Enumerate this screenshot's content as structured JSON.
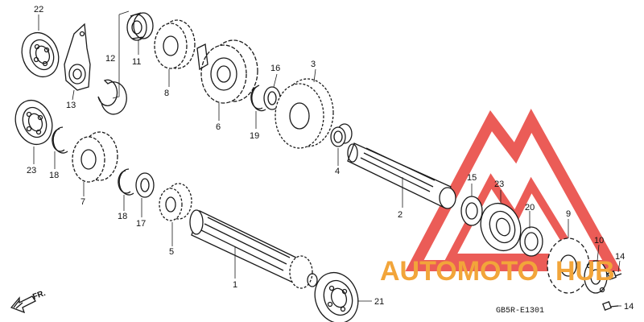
{
  "diagram_code": "GB5R-E1301",
  "direction_label": "FR.",
  "watermark": {
    "text_part1": "AUTOMOTO",
    "text_part2": "HUB",
    "color_red": "#e8403a",
    "color_orange": "#f2a53a"
  },
  "part_labels": {
    "p1": "1",
    "p2": "2",
    "p3": "3",
    "p4": "4",
    "p5": "5",
    "p6": "6",
    "p7": "7",
    "p8": "8",
    "p9": "9",
    "p10": "10",
    "p11": "11",
    "p12": "12",
    "p13": "13",
    "p14a": "14",
    "p14b": "14",
    "p15": "15",
    "p16": "16",
    "p17": "17",
    "p18a": "18",
    "p18b": "18",
    "p19": "19",
    "p20": "20",
    "p21": "21",
    "p22": "22",
    "p23a": "23",
    "p23b": "23"
  }
}
